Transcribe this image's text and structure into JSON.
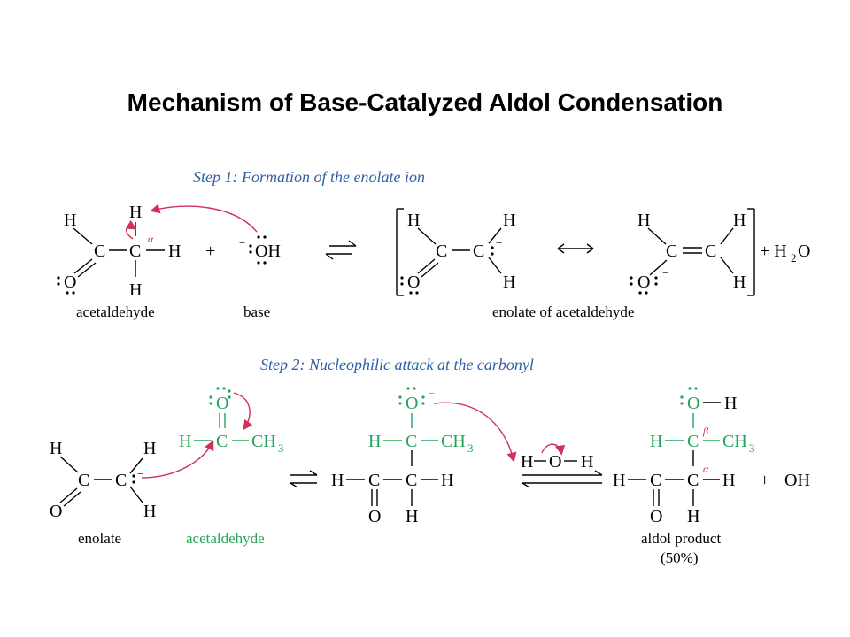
{
  "title": "Mechanism of Base-Catalyzed Aldol Condensation",
  "steps": {
    "step1": "Step 1:  Formation of the enolate ion",
    "step2": "Step 2:  Nucleophilic attack at the carbonyl"
  },
  "labels": {
    "acetaldehyde": "acetaldehyde",
    "base": "base",
    "enolate_of_acetaldehyde": "enolate of acetaldehyde",
    "enolate": "enolate",
    "acetaldehyde_green": "acetaldehyde",
    "aldol_product": "aldol product",
    "yield": "(50%)"
  },
  "atoms": {
    "H": "H",
    "C": "C",
    "O": "O",
    "OH": "OH",
    "CH": "CH",
    "sub3": "3",
    "sub2": "2",
    "plus": "+",
    "minus": "−",
    "alpha": "α",
    "beta": "β",
    "water_h": "+ H",
    "water_o": "O",
    "hoh_h": "H",
    "hoh_o": "O"
  },
  "colors": {
    "step_text": "#2f5fa5",
    "reagent_green": "#22a35a",
    "electron_arrow": "#d0305a"
  }
}
